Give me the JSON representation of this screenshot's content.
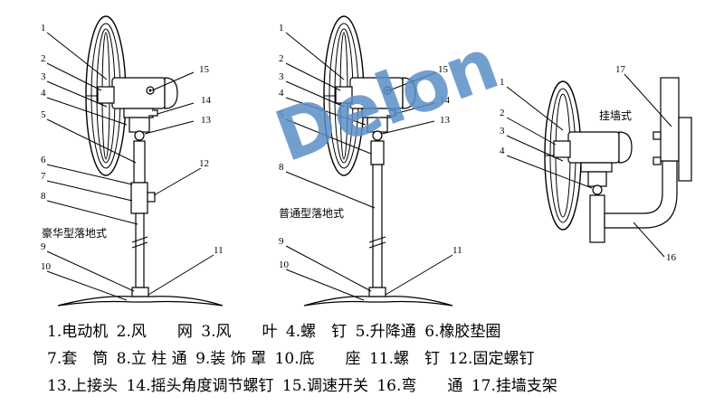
{
  "watermark": "Delon",
  "captions": {
    "luxury": "豪华型落地式",
    "normal": "普通型落地式",
    "wall": "挂墙式"
  },
  "callouts": {
    "luxury": [
      "1",
      "2",
      "3",
      "4",
      "5",
      "6",
      "7",
      "8",
      "9",
      "10",
      "11",
      "12",
      "13",
      "14",
      "15"
    ],
    "normal": [
      "1",
      "2",
      "3",
      "4",
      "5",
      "8",
      "9",
      "10",
      "11",
      "13",
      "14",
      "15"
    ],
    "wall": [
      "1",
      "2",
      "3",
      "4",
      "16",
      "17"
    ]
  },
  "legend": {
    "rows": [
      [
        "1.电动机",
        "2.风　　网",
        "3.风　　叶",
        "4.螺　钉",
        "5.升降通",
        "6.橡胶垫圈"
      ],
      [
        "7.套　筒",
        "8.立 柱 通",
        "9.装 饰 罩",
        "10.底　　座",
        "11.螺　钉",
        "12.固定螺钉"
      ],
      [
        "13.上接头",
        "14.摇头角度调节螺钉",
        "15.调速开关",
        "16.弯　　通",
        "17.挂墙支架"
      ]
    ]
  },
  "colors": {
    "watermark": "#5b8fc7",
    "line": "#000000"
  }
}
